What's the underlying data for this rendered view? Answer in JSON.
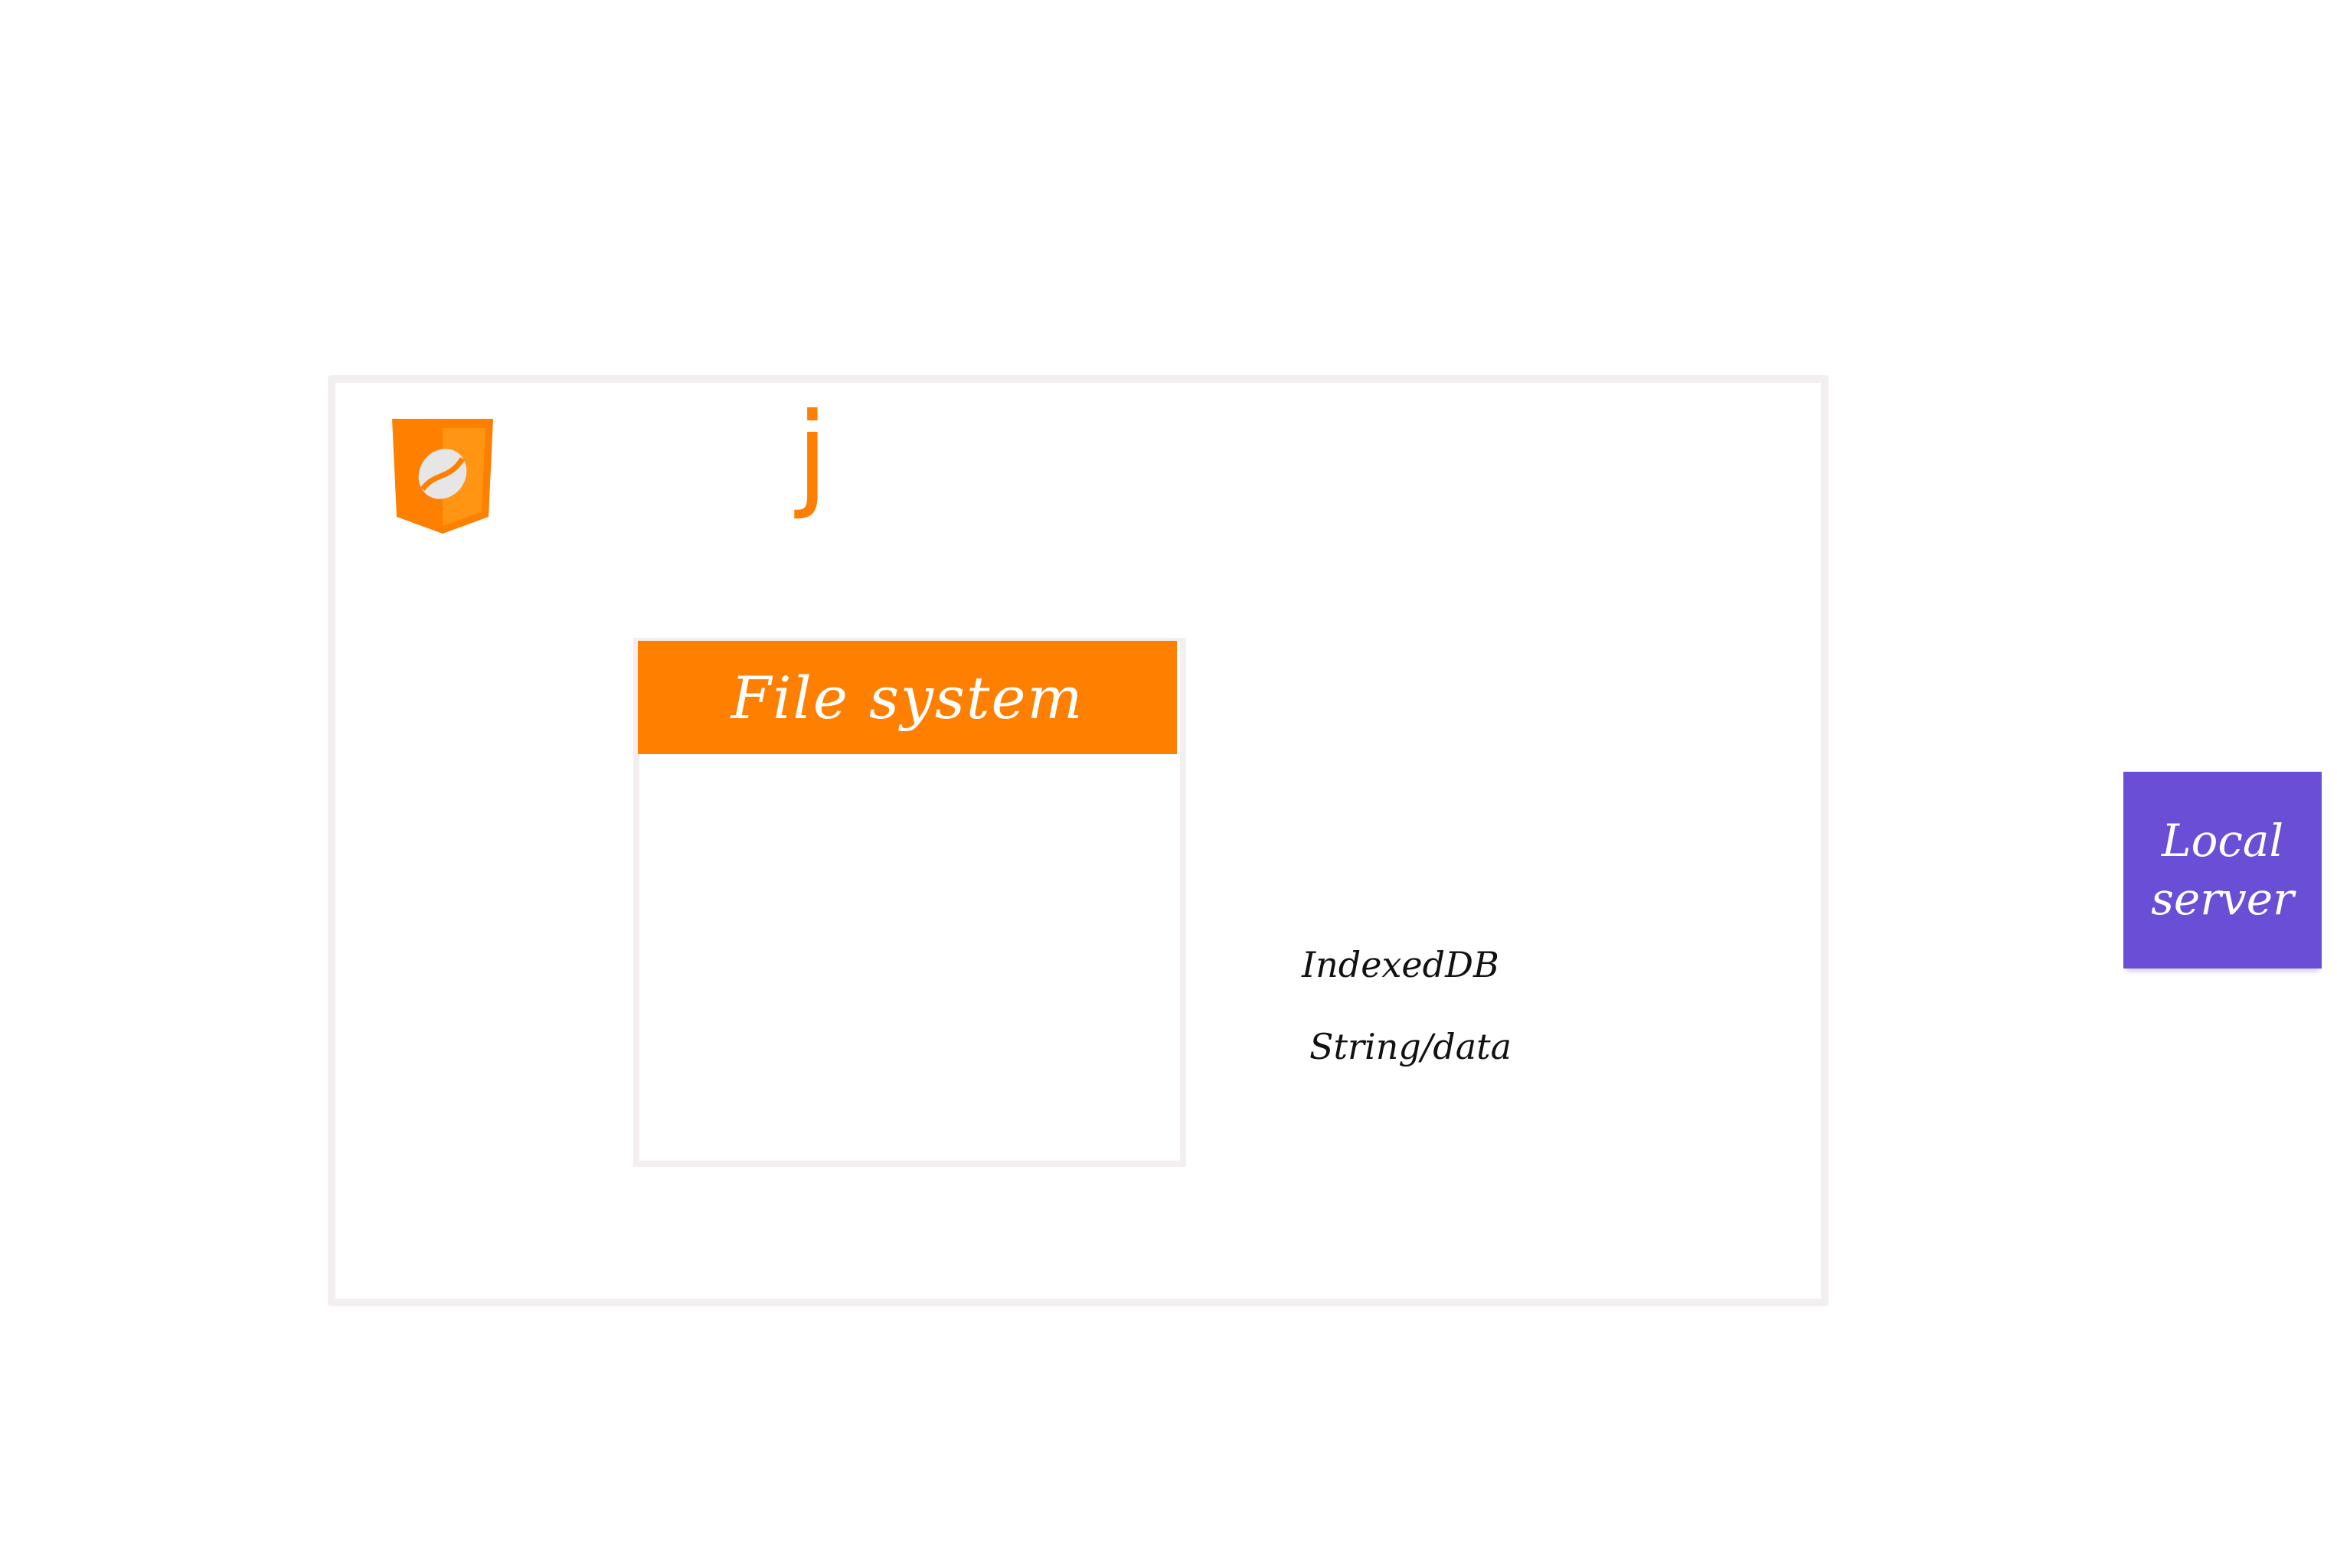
{
  "diagram": {
    "logo_letter": "j",
    "file_system": {
      "title": "File system"
    },
    "labels": [
      "IndexedDB",
      "String/data"
    ],
    "local_server": {
      "line1": "Local",
      "line2": "server"
    },
    "colors": {
      "orange": "#ff8000",
      "purple": "#6a4fd6",
      "frame": "#f3eff0"
    }
  }
}
